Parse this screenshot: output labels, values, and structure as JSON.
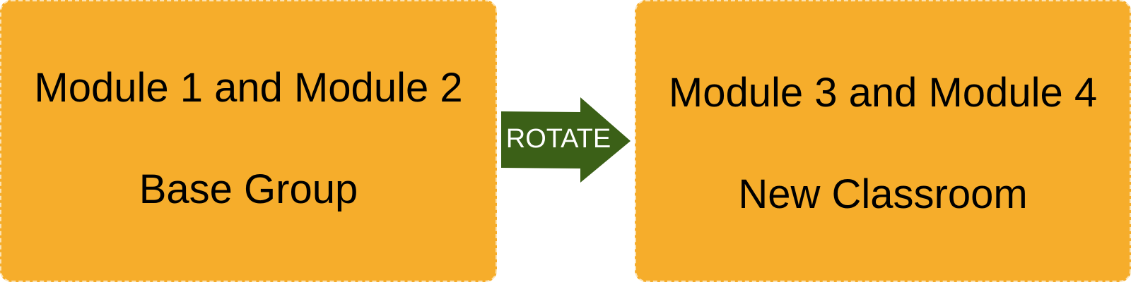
{
  "colors": {
    "box_fill": "#f6ad2b",
    "box_border": "#fbe3b4",
    "arrow_fill": "#3b6017",
    "text": "#000000",
    "arrow_text": "#ffffff"
  },
  "left_box": {
    "title": "Module 1 and Module 2",
    "subtitle": "Base Group"
  },
  "arrow": {
    "icon": "right-arrow-icon",
    "label": "ROTATE"
  },
  "right_box": {
    "title": "Module 3 and Module 4",
    "subtitle": "New Classroom"
  }
}
